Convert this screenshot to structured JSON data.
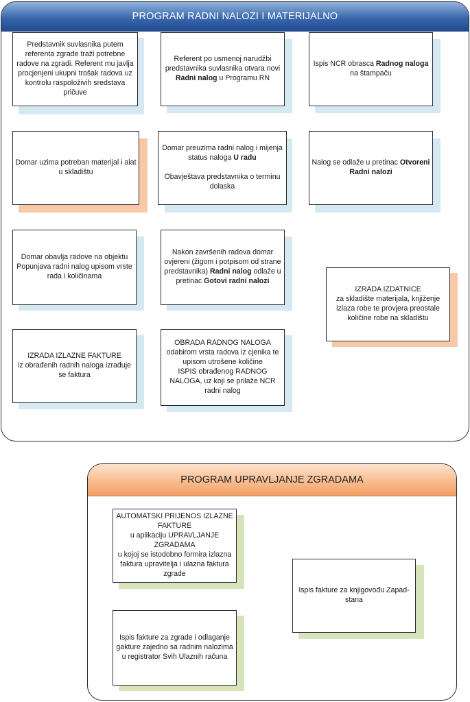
{
  "panel_rn": {
    "title": "PROGRAM RADNI NALOZI I MATERIJALNO",
    "steps": {
      "s1": [
        "Predstavnik suvlasnika putem referenta zgrade traži potrebne radove na zgradi. Referent mu javlja procjenjeni ukupni trošak radova uz kontrolu raspoloživih sredstava pričuve"
      ],
      "s2": [
        "Referent po usmenoj narudžbi predstavnika suvlasnika otvara novi ",
        "Radni nalog",
        " u Programu RN"
      ],
      "s3": [
        "Ispis NCR obrasca ",
        "Radnog naloga",
        "  na štampaču"
      ],
      "s4": [
        "Domar uzima potreban materijal i alat u skladištu"
      ],
      "s5": [
        "Domar preuzima radni nalog i mijenja status naloga ",
        "U radu",
        "\n\nObavještava predstavnika o terminu dolaska"
      ],
      "s6": [
        "Nalog se odlaže u pretinac ",
        "Otvoreni Radni nalozi",
        ""
      ],
      "s7": [
        "Domar obavlja radove na objektu\nPopunjava radni nalog upisom vrste rada i količinama"
      ],
      "s8": [
        "Nakon završenih radova domar ovjereni (žigom i potpisom od strane predstavnika)  ",
        "Radni nalog",
        " odlaže u pretinac ",
        "Gotovi radni nalozi",
        ""
      ],
      "s9": [
        "IZRADA IZDATNICE\nza skladište materijala, knjiženje izlaza robe  te provjera preostale količine robe na skladištu"
      ],
      "s10": [
        "IZRADA IZLAZNE FAKTURE\niz obrađenih radnih naloga izrađuje se faktura"
      ],
      "s11": [
        "OBRADA RADNOG NALOGA\nodabirom vrsta radova iz cjenika  te upisom utrošene količine\nISPIS obrađenog RADNOG NALOGA, uz koji se prilaže NCR radni nalog"
      ]
    }
  },
  "panel_uz": {
    "title": "PROGRAM UPRAVLJANJE ZGRADAMA",
    "steps": {
      "u1": [
        "AUTOMATSKI PRIJENOS IZLAZNE FAKTURE\nu aplikaciju UPRAVLJANJE ZGRADAMA\nu kojoj se istodobno formira izlazna faktura upravitelja i ulazna faktura zgrade"
      ],
      "u2": [
        "Ispis fakture za knjigovođu Zapad-stana"
      ],
      "u3": [
        "Ispis fakture za zgrade i odlaganje gakture zajedno sa radnim nalozima u registrator Svih Ulaznih računa"
      ]
    }
  },
  "colors": {
    "header_blue": "#3b68ad",
    "header_orange": "#f8b98a",
    "shadow_blue": "#d5e9f3",
    "shadow_orange": "#f7c9a7",
    "shadow_green": "#d7e3bb"
  }
}
